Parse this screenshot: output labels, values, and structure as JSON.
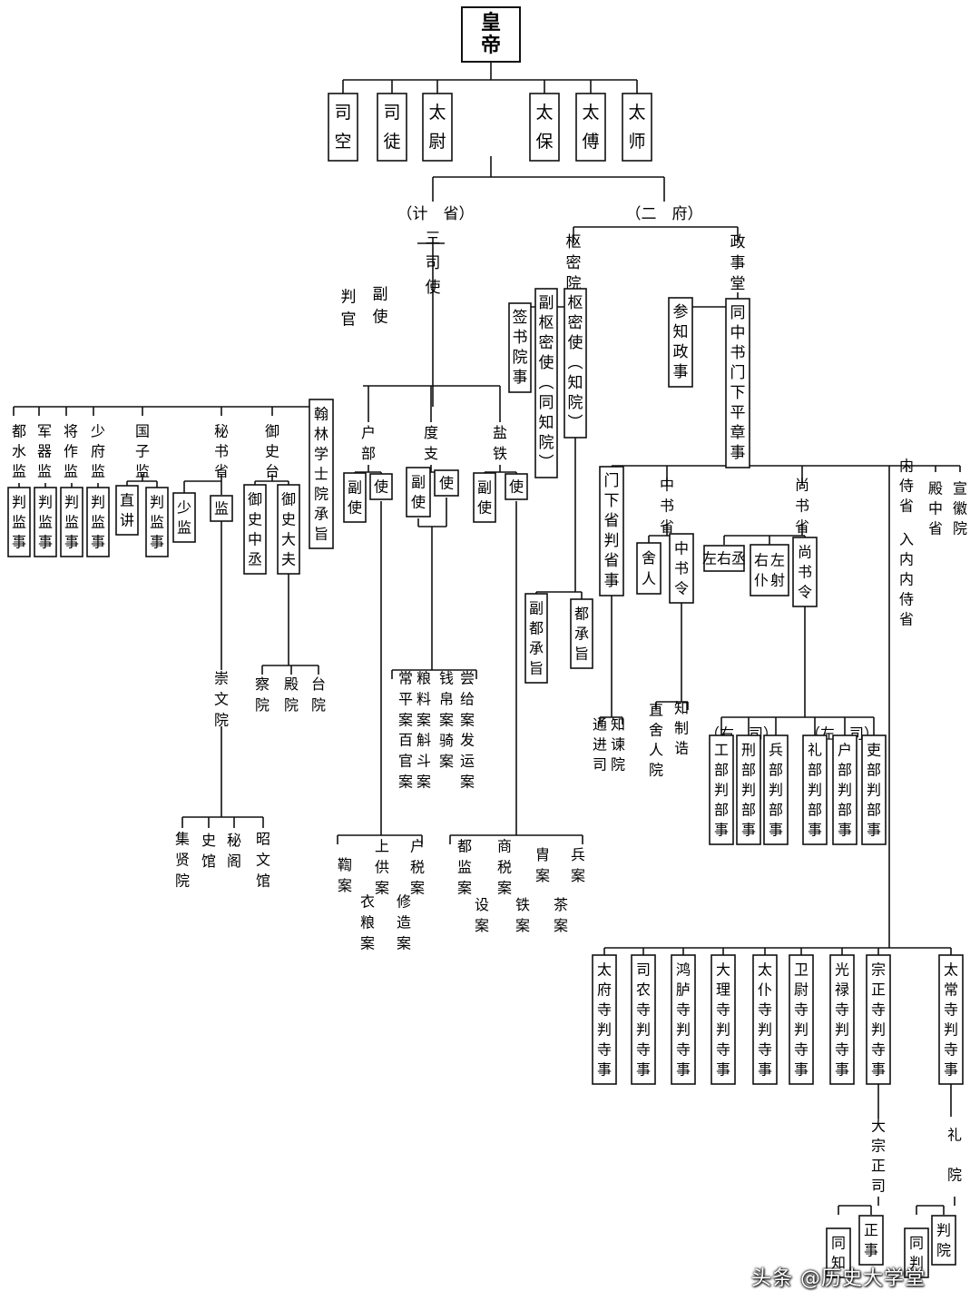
{
  "nodes": [
    {
      "id": "emperor",
      "text": "皇帝",
      "box": true,
      "bold": true
    },
    {
      "id": "sikong",
      "text": "司空",
      "box": true
    },
    {
      "id": "situ",
      "text": "司徒",
      "box": true
    },
    {
      "id": "taiwei",
      "text": "太尉",
      "box": true
    },
    {
      "id": "taibao",
      "text": "太保",
      "box": true
    },
    {
      "id": "taifu",
      "text": "太傅",
      "box": true
    },
    {
      "id": "taishi",
      "text": "太师",
      "box": true
    },
    {
      "id": "jisheng",
      "text": "（计　省）"
    },
    {
      "id": "sansishi",
      "text": "三司使"
    },
    {
      "id": "fushi_ss",
      "text": "副使"
    },
    {
      "id": "panguan",
      "text": "判官"
    },
    {
      "id": "erfu",
      "text": "（二　府）"
    },
    {
      "id": "shumiyuan",
      "text": "枢密院"
    },
    {
      "id": "zhengshitang",
      "text": "政事堂"
    },
    {
      "id": "qianshu",
      "text": "签书院事",
      "box": true
    },
    {
      "id": "fushumishi",
      "text": "副枢密使（同知院）",
      "box": true
    },
    {
      "id": "shumishi",
      "text": "枢密使（知院）",
      "box": true
    },
    {
      "id": "canzhi",
      "text": "参知政事",
      "box": true
    },
    {
      "id": "tongzhong",
      "text": "同中书门下平章事",
      "box": true
    },
    {
      "id": "dushuijian",
      "text": "都水监"
    },
    {
      "id": "junqijian",
      "text": "军器监"
    },
    {
      "id": "jiangzuojian",
      "text": "将作监"
    },
    {
      "id": "shaofujian",
      "text": "少府监"
    },
    {
      "id": "guozijian",
      "text": "国子监"
    },
    {
      "id": "mishusheng",
      "text": "秘书省"
    },
    {
      "id": "yushitai",
      "text": "御史台"
    },
    {
      "id": "hanlin",
      "text": "翰林学士院承旨",
      "box": true
    },
    {
      "id": "pan1",
      "text": "判监事",
      "box": true
    },
    {
      "id": "pan2",
      "text": "判监事",
      "box": true
    },
    {
      "id": "pan3",
      "text": "判监事",
      "box": true
    },
    {
      "id": "pan4",
      "text": "判监事",
      "box": true
    },
    {
      "id": "zhijiang",
      "text": "直讲",
      "box": true
    },
    {
      "id": "pan5",
      "text": "判监事",
      "box": true
    },
    {
      "id": "shaojian",
      "text": "少监",
      "box": true
    },
    {
      "id": "jian",
      "text": "监",
      "box": true
    },
    {
      "id": "yushizhongcheng",
      "text": "御史中丞",
      "box": true
    },
    {
      "id": "yushidafu",
      "text": "御史大夫",
      "box": true
    },
    {
      "id": "chawenyuan",
      "text": "崇文院"
    },
    {
      "id": "jixianyuan",
      "text": "集贤院"
    },
    {
      "id": "shiguan",
      "text": "史馆"
    },
    {
      "id": "muge",
      "text": "秘阁"
    },
    {
      "id": "zhaowenguan",
      "text": "昭文馆"
    },
    {
      "id": "chayuan",
      "text": "察院"
    },
    {
      "id": "dianyuan",
      "text": "殿院"
    },
    {
      "id": "taiyuan",
      "text": "台院"
    },
    {
      "id": "hubu",
      "text": "户部"
    },
    {
      "id": "duzhi",
      "text": "度支"
    },
    {
      "id": "yantie",
      "text": "盐铁"
    },
    {
      "id": "hubu_fu",
      "text": "副使",
      "box": true
    },
    {
      "id": "hubu_shi",
      "text": "使",
      "box": true
    },
    {
      "id": "duzhi_fu",
      "text": "副使",
      "box": true
    },
    {
      "id": "duzhi_shi",
      "text": "使",
      "box": true
    },
    {
      "id": "yantie_fu",
      "text": "副使",
      "box": true
    },
    {
      "id": "yantie_shi",
      "text": "使",
      "box": true
    },
    {
      "id": "c_changping",
      "text": "常平案"
    },
    {
      "id": "c_baiguan",
      "text": "百官案"
    },
    {
      "id": "c_liangliao",
      "text": "粮料案"
    },
    {
      "id": "c_huidou",
      "text": "斛斗案"
    },
    {
      "id": "c_qianbo",
      "text": "钱帛案"
    },
    {
      "id": "c_qi",
      "text": "骑案"
    },
    {
      "id": "c_shanggei",
      "text": "尝给案"
    },
    {
      "id": "c_fayun",
      "text": "发运案"
    },
    {
      "id": "c_gou",
      "text": "鞫案"
    },
    {
      "id": "c_shanggong",
      "text": "上供案"
    },
    {
      "id": "c_yiliang",
      "text": "衣粮案"
    },
    {
      "id": "c_hushui",
      "text": "户税案"
    },
    {
      "id": "c_xiuzao",
      "text": "修造案"
    },
    {
      "id": "c_dujian",
      "text": "都监案"
    },
    {
      "id": "c_she",
      "text": "设案"
    },
    {
      "id": "c_shangshui",
      "text": "商税案"
    },
    {
      "id": "c_tie",
      "text": "铁案"
    },
    {
      "id": "c_zhou",
      "text": "胄案"
    },
    {
      "id": "c_cha",
      "text": "茶案"
    },
    {
      "id": "c_bing",
      "text": "兵案"
    },
    {
      "id": "fudouchengzhi",
      "text": "副都承旨",
      "box": true
    },
    {
      "id": "douchengzhi",
      "text": "都承旨",
      "box": true
    },
    {
      "id": "menxia",
      "text": "门下省判省事",
      "box": true
    },
    {
      "id": "zhongshusheng",
      "text": "中书省"
    },
    {
      "id": "sheren",
      "text": "舍人",
      "box": true
    },
    {
      "id": "zhongshuling",
      "text": "中书令",
      "box": true
    },
    {
      "id": "shangshusheng",
      "text": "尚书省"
    },
    {
      "id": "zuoyoucheng",
      "text": "左右丞",
      "box": true
    },
    {
      "id": "zuoyoupushe",
      "text": "右左仆射",
      "box": true
    },
    {
      "id": "shangshuling",
      "text": "尚书令",
      "box": true
    },
    {
      "id": "neishisheng",
      "text": "内侍省"
    },
    {
      "id": "runeishisheng",
      "text": "入内内侍省"
    },
    {
      "id": "dianzhongsheng",
      "text": "殿中省"
    },
    {
      "id": "xuanhuiyuan",
      "text": "宣徽院"
    },
    {
      "id": "zhijianyuan",
      "text": "知谏院"
    },
    {
      "id": "tongjinsi",
      "text": "通进司"
    },
    {
      "id": "zhizhigao",
      "text": "知制诰"
    },
    {
      "id": "zhisherenyuan",
      "text": "直舍人院"
    },
    {
      "id": "yousi",
      "text": "（右　司）"
    },
    {
      "id": "zuosi",
      "text": "（左　司）"
    },
    {
      "id": "gongbu",
      "text": "工部判部事",
      "box": true
    },
    {
      "id": "xingbu",
      "text": "刑部判部事",
      "box": true
    },
    {
      "id": "bingbu",
      "text": "兵部判部事",
      "box": true
    },
    {
      "id": "libu",
      "text": "礼部判部事",
      "box": true
    },
    {
      "id": "hubu2",
      "text": "户部判部事",
      "box": true
    },
    {
      "id": "libu2",
      "text": "吏部判部事",
      "box": true
    },
    {
      "id": "taifusi",
      "text": "太府寺判寺事",
      "box": true
    },
    {
      "id": "sinongsi",
      "text": "司农寺判寺事",
      "box": true
    },
    {
      "id": "honglusi",
      "text": "鸿胪寺判寺事",
      "box": true
    },
    {
      "id": "dalisi",
      "text": "大理寺判寺事",
      "box": true
    },
    {
      "id": "taipusi",
      "text": "太仆寺判寺事",
      "box": true
    },
    {
      "id": "weiweisi",
      "text": "卫尉寺判寺事",
      "box": true
    },
    {
      "id": "guanglusi",
      "text": "光禄寺判寺事",
      "box": true
    },
    {
      "id": "zongzhengsi",
      "text": "宗正寺判寺事",
      "box": true
    },
    {
      "id": "taichangsi",
      "text": "太常寺判寺事",
      "box": true
    },
    {
      "id": "dazongzhengsi",
      "text": "大宗正司"
    },
    {
      "id": "liyuan",
      "text": "礼院"
    },
    {
      "id": "tongzhi",
      "text": "同知",
      "box": true
    },
    {
      "id": "zhengshi",
      "text": "正事",
      "box": true
    },
    {
      "id": "tongpan",
      "text": "同判",
      "box": true
    },
    {
      "id": "panyuan",
      "text": "判院",
      "box": true
    }
  ],
  "watermark": "头条 @历史大学堂"
}
